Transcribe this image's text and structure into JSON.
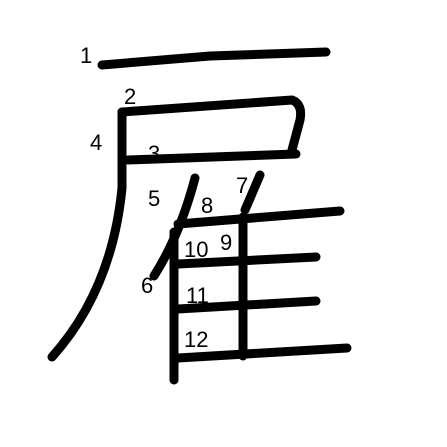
{
  "character": "雇",
  "stroke_numbers": [
    "1",
    "2",
    "3",
    "4",
    "5",
    "6",
    "7",
    "8",
    "9",
    "10",
    "11",
    "12"
  ]
}
